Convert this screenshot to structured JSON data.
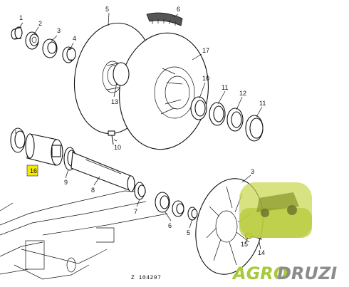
{
  "diagram": {
    "reference_code": "Z 104297",
    "watermark": {
      "part1": "AGRO",
      "part2": "DRUZI"
    },
    "highlight_color": "#f4e900",
    "callouts": [
      "1",
      "2",
      "3",
      "4",
      "5",
      "6",
      "17",
      "13",
      "10",
      "11",
      "12",
      "11",
      "10",
      "16",
      "9",
      "8",
      "7",
      "6",
      "5",
      "3",
      "15",
      "14"
    ]
  }
}
